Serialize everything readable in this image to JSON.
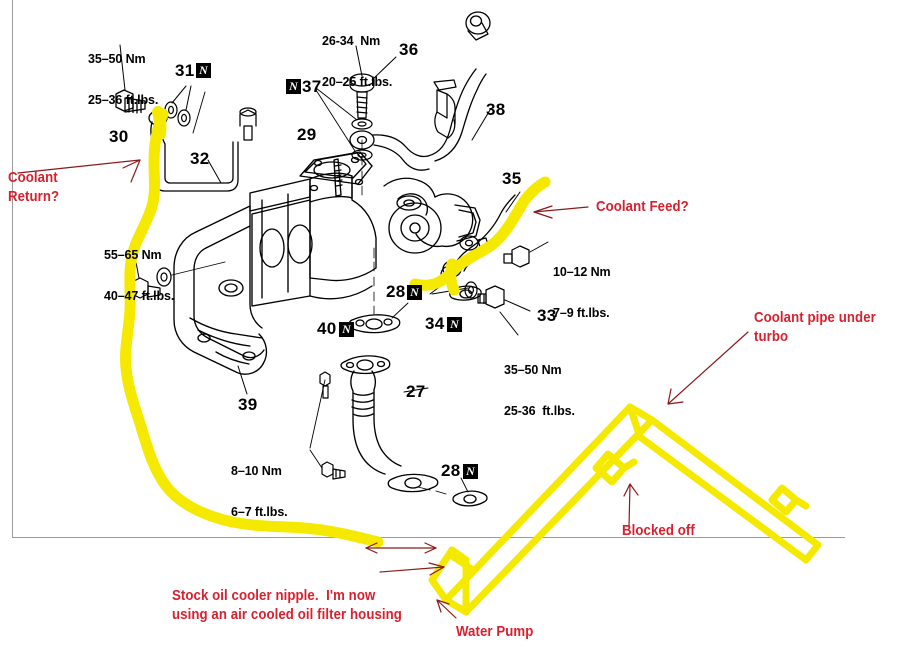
{
  "meta": {
    "title": "Turbocharger coolant and oil line routing diagram with handwritten annotations",
    "colors": {
      "marker_yellow": "#F5E900",
      "annotation_red": "#D8202F",
      "line_black": "#000000",
      "frame_gray": "#9a9a9a",
      "background": "#ffffff"
    }
  },
  "annotations": [
    {
      "id": "coolant-return",
      "text": "Coolant\nReturn?"
    },
    {
      "id": "coolant-feed",
      "text": "Coolant Feed?"
    },
    {
      "id": "coolant-pipe",
      "text": "Coolant pipe under\nturbo"
    },
    {
      "id": "blocked-off",
      "text": "Blocked off"
    },
    {
      "id": "oil-cooler-nipple",
      "text": "Stock oil cooler nipple.  I'm now\nusing an air cooled oil filter housing"
    },
    {
      "id": "water-pump",
      "text": "Water Pump"
    }
  ],
  "part_numbers": [
    {
      "id": "part-27",
      "label": "27"
    },
    {
      "id": "part-28-upper",
      "label": "28"
    },
    {
      "id": "part-28-lower",
      "label": "28"
    },
    {
      "id": "part-29",
      "label": "29"
    },
    {
      "id": "part-30",
      "label": "30"
    },
    {
      "id": "part-31",
      "label": "31"
    },
    {
      "id": "part-32",
      "label": "32"
    },
    {
      "id": "part-33",
      "label": "33"
    },
    {
      "id": "part-34",
      "label": "34"
    },
    {
      "id": "part-35",
      "label": "35"
    },
    {
      "id": "part-36",
      "label": "36"
    },
    {
      "id": "part-37",
      "label": "37"
    },
    {
      "id": "part-38",
      "label": "38"
    },
    {
      "id": "part-39",
      "label": "39"
    },
    {
      "id": "part-40",
      "label": "40"
    }
  ],
  "new_part_badges": [
    {
      "id": "badge-31",
      "label": "N"
    },
    {
      "id": "badge-37",
      "label": "N"
    },
    {
      "id": "badge-28-upper",
      "label": "N"
    },
    {
      "id": "badge-34",
      "label": "N"
    },
    {
      "id": "badge-40",
      "label": "N"
    },
    {
      "id": "badge-28-lower",
      "label": "N"
    }
  ],
  "torque_specs": [
    {
      "id": "torque-30",
      "nm": "35–50 Nm",
      "ftlbs": "25–36 ft.lbs."
    },
    {
      "id": "torque-36",
      "nm": "26-34  Nm",
      "ftlbs": "20–25 ft.lbs."
    },
    {
      "id": "torque-manifold",
      "nm": "55–65 Nm",
      "ftlbs": "40–47 ft.lbs."
    },
    {
      "id": "torque-feed",
      "nm": "10–12 Nm",
      "ftlbs": "7–9 ft.lbs."
    },
    {
      "id": "torque-33",
      "nm": "35–50 Nm",
      "ftlbs": "25-36  ft.lbs."
    },
    {
      "id": "torque-drain",
      "nm": "8–10 Nm",
      "ftlbs": "6–7 ft.lbs."
    }
  ]
}
